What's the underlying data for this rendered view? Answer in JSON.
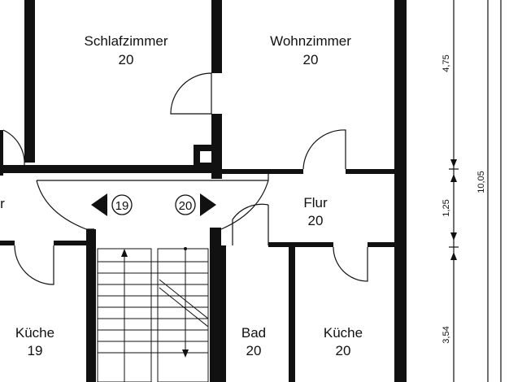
{
  "rooms": {
    "schlafzimmer": {
      "name": "Schlafzimmer",
      "unit": "20"
    },
    "wohnzimmer": {
      "name": "Wohnzimmer",
      "unit": "20"
    },
    "flur_left": {
      "name": "r"
    },
    "flur_right": {
      "name": "Flur",
      "unit": "20"
    },
    "kueche_left": {
      "name": "Küche",
      "unit": "19"
    },
    "bad": {
      "name": "Bad",
      "unit": "20"
    },
    "kueche_right": {
      "name": "Küche",
      "unit": "20"
    }
  },
  "unit_markers": {
    "left": "19",
    "right": "20"
  },
  "dimensions": {
    "top": "4,75",
    "middle": "1,25",
    "bottom": "3,54",
    "total": "10,05"
  },
  "colors": {
    "wall": "#111111",
    "line": "#111111",
    "background": "#ffffff"
  }
}
